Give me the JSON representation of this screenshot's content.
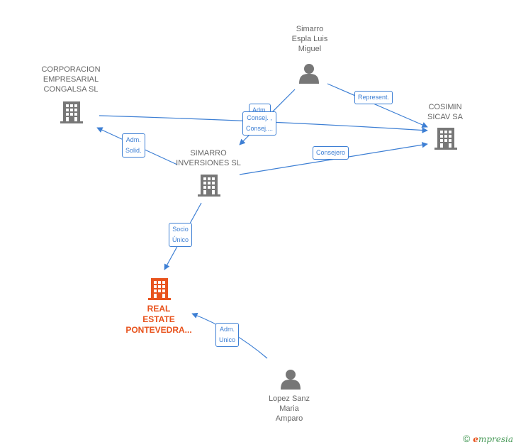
{
  "nodes": [
    {
      "id": "simarro-espla",
      "lines": [
        "Simarro",
        "Espla Luis",
        "Miguel"
      ],
      "kind": "person"
    },
    {
      "id": "corporacion",
      "lines": [
        "CORPORACION",
        "EMPRESARIAL",
        "CONGALSA  SL"
      ],
      "kind": "company"
    },
    {
      "id": "cosimin",
      "lines": [
        "COSIMIN",
        "SICAV SA"
      ],
      "kind": "company"
    },
    {
      "id": "simarro-inv",
      "lines": [
        "SIMARRO",
        "INVERSIONES SL"
      ],
      "kind": "company"
    },
    {
      "id": "real-estate",
      "lines": [
        "REAL",
        "ESTATE",
        "PONTEVEDRA..."
      ],
      "kind": "company-main"
    },
    {
      "id": "lopez",
      "lines": [
        "Lopez Sanz",
        "Maria",
        "Amparo"
      ],
      "kind": "person"
    }
  ],
  "edges": [
    {
      "id": "represent",
      "lines": [
        "Represent."
      ]
    },
    {
      "id": "adm-hidden",
      "lines": [
        "Adm."
      ]
    },
    {
      "id": "consej",
      "lines": [
        "Consej. ,",
        "Consej...."
      ]
    },
    {
      "id": "adm-solid",
      "lines": [
        "Adm.",
        "Solid."
      ]
    },
    {
      "id": "consejero",
      "lines": [
        "Consejero"
      ]
    },
    {
      "id": "socio-unico",
      "lines": [
        "Socio",
        "Único"
      ]
    },
    {
      "id": "adm-unico",
      "lines": [
        "Adm.",
        "Unico"
      ]
    }
  ],
  "footer": {
    "copyright": "©",
    "brand_first": "e",
    "brand_rest": "mpresia"
  },
  "colors": {
    "edge": "#3d7fd4",
    "node": "#777777",
    "main": "#e8531d",
    "text": "#666666"
  }
}
